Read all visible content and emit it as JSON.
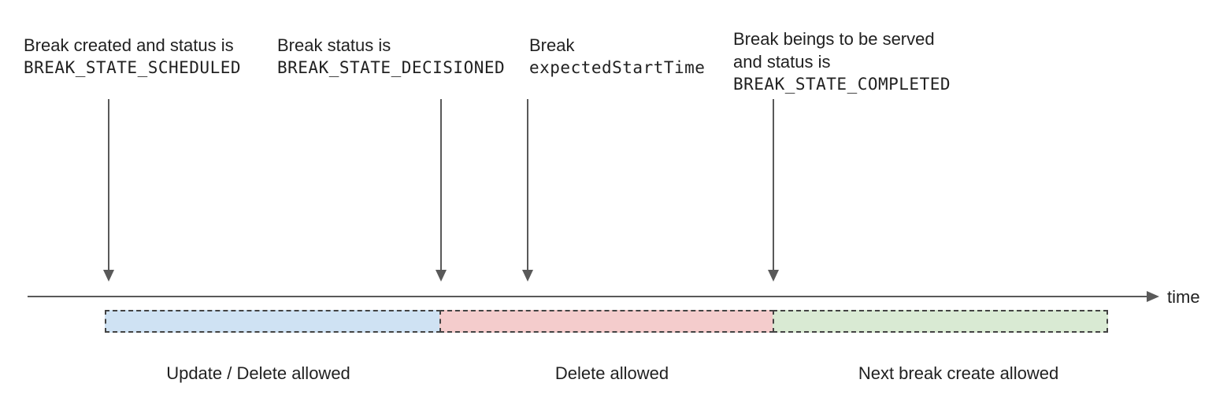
{
  "annotations": [
    {
      "text": "Break created and status is",
      "code": "BREAK_STATE_SCHEDULED"
    },
    {
      "text": "Break status is",
      "code": "BREAK_STATE_DECISIONED"
    },
    {
      "text": "Break",
      "code": "expectedStartTime"
    },
    {
      "text": "Break beings to be served",
      "text2": "and status is",
      "code": "BREAK_STATE_COMPLETED"
    }
  ],
  "timeline": {
    "axis_label": "time"
  },
  "segments": [
    {
      "label": "Update / Delete allowed",
      "fill": "#cfe2f3"
    },
    {
      "label": "Delete allowed",
      "fill": "#f4cccc"
    },
    {
      "label": "Next break create allowed",
      "fill": "#d9ead3"
    }
  ],
  "colors": {
    "text": "#212121",
    "arrow": "#595959",
    "segment_border": "#434343",
    "segment_blue": "#cfe2f3",
    "segment_pink": "#f4cccc",
    "segment_green": "#d9ead3"
  }
}
